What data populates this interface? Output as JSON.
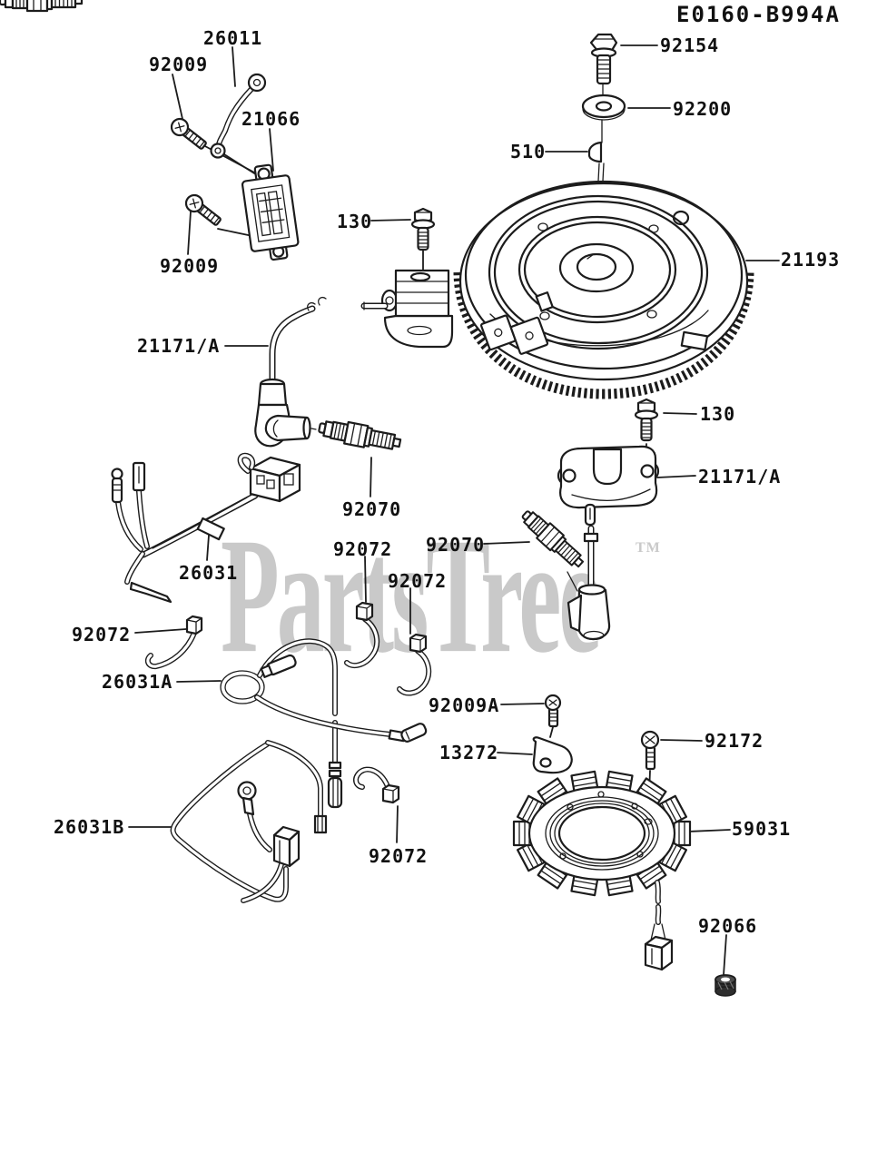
{
  "diagram": {
    "code": "E0160-B994A",
    "watermark": {
      "text": "PartsTree",
      "tm": "TM"
    },
    "colors": {
      "line": "#1c1c1c",
      "watermark": "#c9c9c9",
      "background": "#ffffff"
    },
    "parts": {
      "p26011": "26011",
      "p92009_top": "92009",
      "p21066": "21066",
      "p92009_bottom": "92009",
      "p92154": "92154",
      "p92200": "92200",
      "p510": "510",
      "p130_left": "130",
      "p21193": "21193",
      "p21171a_left": "21171/A",
      "p130_right": "130",
      "p21171a_right": "21171/A",
      "p92070_left": "92070",
      "p92070_right": "92070",
      "p92072_mid": "92072",
      "p92072_mid2": "92072",
      "p92072_left": "92072",
      "p92072_bottom": "92072",
      "p26031": "26031",
      "p26031a": "26031A",
      "p26031b": "26031B",
      "p92009a": "92009A",
      "p13272": "13272",
      "p92172": "92172",
      "p59031": "59031",
      "p92066": "92066"
    }
  }
}
